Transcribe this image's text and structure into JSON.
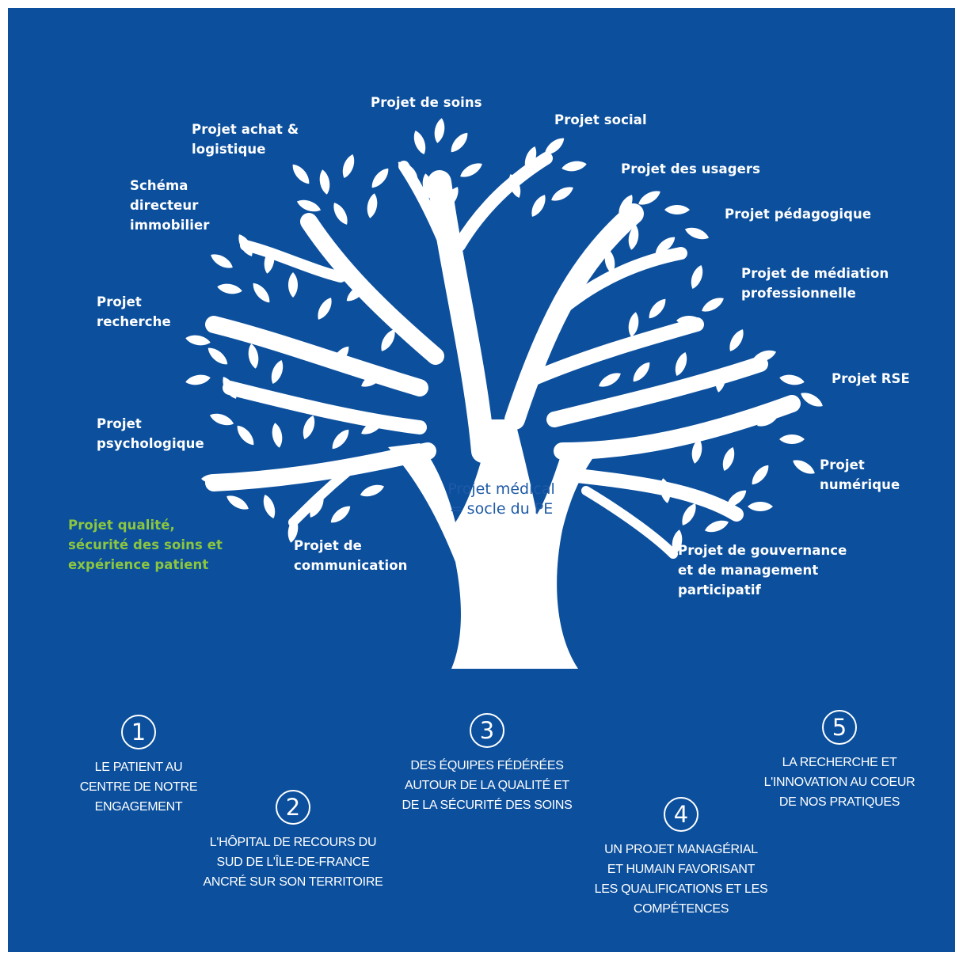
{
  "colors": {
    "background": "#0b4f9d",
    "tree": "#ffffff",
    "green_text": "#8cc63f",
    "center_text": "#1f5aa6"
  },
  "center": {
    "text": "Projet médical\n= socle du PE"
  },
  "branches": {
    "soins": "Projet de soins",
    "social": "Projet social",
    "achat": "Projet achat &\nlogistique",
    "usagers": "Projet des usagers",
    "schema": "Schéma\ndirecteur\nimmobilier",
    "pedagogique": "Projet pédagogique",
    "mediation": "Projet de médiation\nprofessionnelle",
    "recherche": "Projet\nrecherche",
    "rse": "Projet RSE",
    "psychologique": "Projet\npsychologique",
    "numerique": "Projet\nnumérique",
    "qualite": "Projet qualité,\nsécurité des soins et\nexpérience patient",
    "communication": "Projet de\ncommunication",
    "gouvernance": "Projet de gouvernance\net de management\nparticipatif"
  },
  "pillars": [
    {
      "number": "1",
      "text": "Le patient au\ncentre de notre\nengagement"
    },
    {
      "number": "2",
      "text": "L'hôpital de recours du\nsud de l'Île-de-France\nancré sur son territoire"
    },
    {
      "number": "3",
      "text": "Des équipes fédérées\nautour de la qualité et\nde la sécurité des soins"
    },
    {
      "number": "4",
      "text": "Un projet managérial\net humain favorisant\nles qualifications et les\ncompétences"
    },
    {
      "number": "5",
      "text": "La recherche et\nl'innovation au coeur\nde nos pratiques"
    }
  ]
}
